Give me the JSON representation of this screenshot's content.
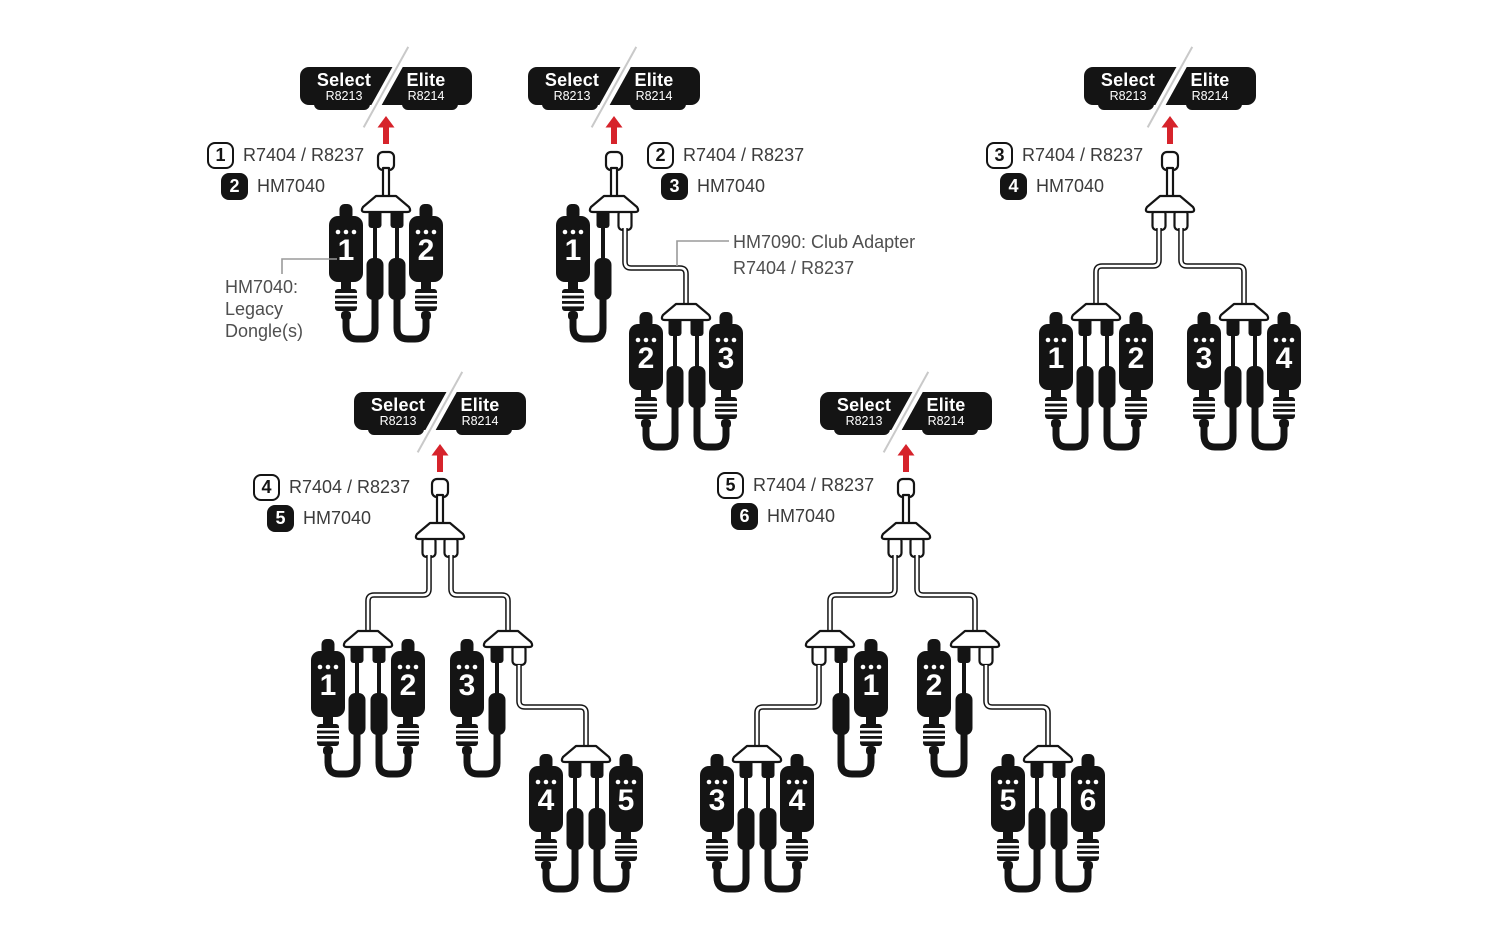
{
  "badge": {
    "left": {
      "title": "Select",
      "model": "R8213"
    },
    "right": {
      "title": "Elite",
      "model": "R8214"
    }
  },
  "groups": [
    {
      "name": "setup-2-dongles",
      "legend": [
        {
          "num": "1",
          "label": "R7404 / R8237",
          "style": "outline"
        },
        {
          "num": "2",
          "label": "HM7040",
          "style": "solid"
        }
      ],
      "dongles": [
        "1",
        "2"
      ],
      "note": [
        "HM7040:",
        "Legacy",
        "Dongle(s)"
      ]
    },
    {
      "name": "setup-3-dongles",
      "legend": [
        {
          "num": "2",
          "label": "R7404 / R8237",
          "style": "outline"
        },
        {
          "num": "3",
          "label": "HM7040",
          "style": "solid"
        }
      ],
      "dongles": [
        "1",
        "2",
        "3"
      ],
      "note": [
        "HM7090: Club Adapter",
        "R7404 / R8237"
      ]
    },
    {
      "name": "setup-4-dongles",
      "legend": [
        {
          "num": "3",
          "label": "R7404 / R8237",
          "style": "outline"
        },
        {
          "num": "4",
          "label": "HM7040",
          "style": "solid"
        }
      ],
      "dongles": [
        "1",
        "2",
        "3",
        "4"
      ]
    },
    {
      "name": "setup-5-dongles",
      "legend": [
        {
          "num": "4",
          "label": "R7404 / R8237",
          "style": "outline"
        },
        {
          "num": "5",
          "label": "HM7040",
          "style": "solid"
        }
      ],
      "dongles": [
        "1",
        "2",
        "3",
        "4",
        "5"
      ]
    },
    {
      "name": "setup-6-dongles",
      "legend": [
        {
          "num": "5",
          "label": "R7404 / R8237",
          "style": "outline"
        },
        {
          "num": "6",
          "label": "HM7040",
          "style": "solid"
        }
      ],
      "dongles": [
        "1",
        "2",
        "3",
        "4",
        "5",
        "6"
      ]
    }
  ],
  "colors": {
    "ink": "#141414",
    "arrow_red": "#d6232b",
    "label_text": "#3b3b3b",
    "note_text": "#4f4f4f",
    "leader_line": "#9a9a9a",
    "divider_line": "#c9c9c9",
    "background": "#ffffff"
  }
}
